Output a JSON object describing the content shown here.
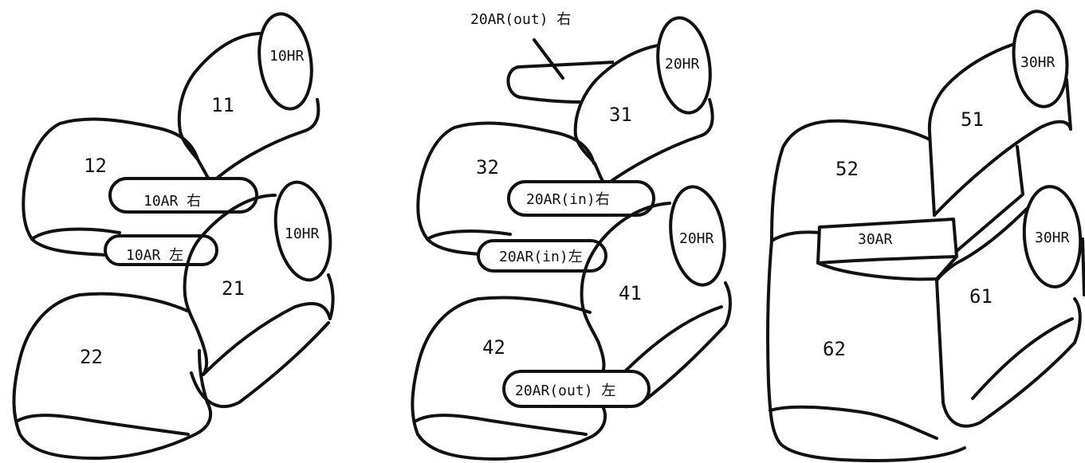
{
  "diagram": {
    "seat_group_1": {
      "headrest_top": "10HR",
      "back_top": "11",
      "cushion_top": "12",
      "armrest_right": "10AR 右",
      "armrest_left": "10AR 左",
      "headrest_bottom": "10HR",
      "back_bottom": "21",
      "cushion_bottom": "22"
    },
    "seat_group_2": {
      "armrest_out_right": "20AR(out) 右",
      "headrest_top": "20HR",
      "back_top": "31",
      "cushion_top": "32",
      "armrest_in_right": "20AR(in)右",
      "armrest_in_left": "20AR(in)左",
      "headrest_bottom": "20HR",
      "back_bottom": "41",
      "cushion_bottom": "42",
      "armrest_out_left": "20AR(out) 左"
    },
    "seat_group_3": {
      "headrest_top": "30HR",
      "back_top": "51",
      "cushion_top": "52",
      "armrest": "30AR",
      "headrest_bottom": "30HR",
      "back_bottom": "61",
      "cushion_bottom": "62"
    }
  }
}
